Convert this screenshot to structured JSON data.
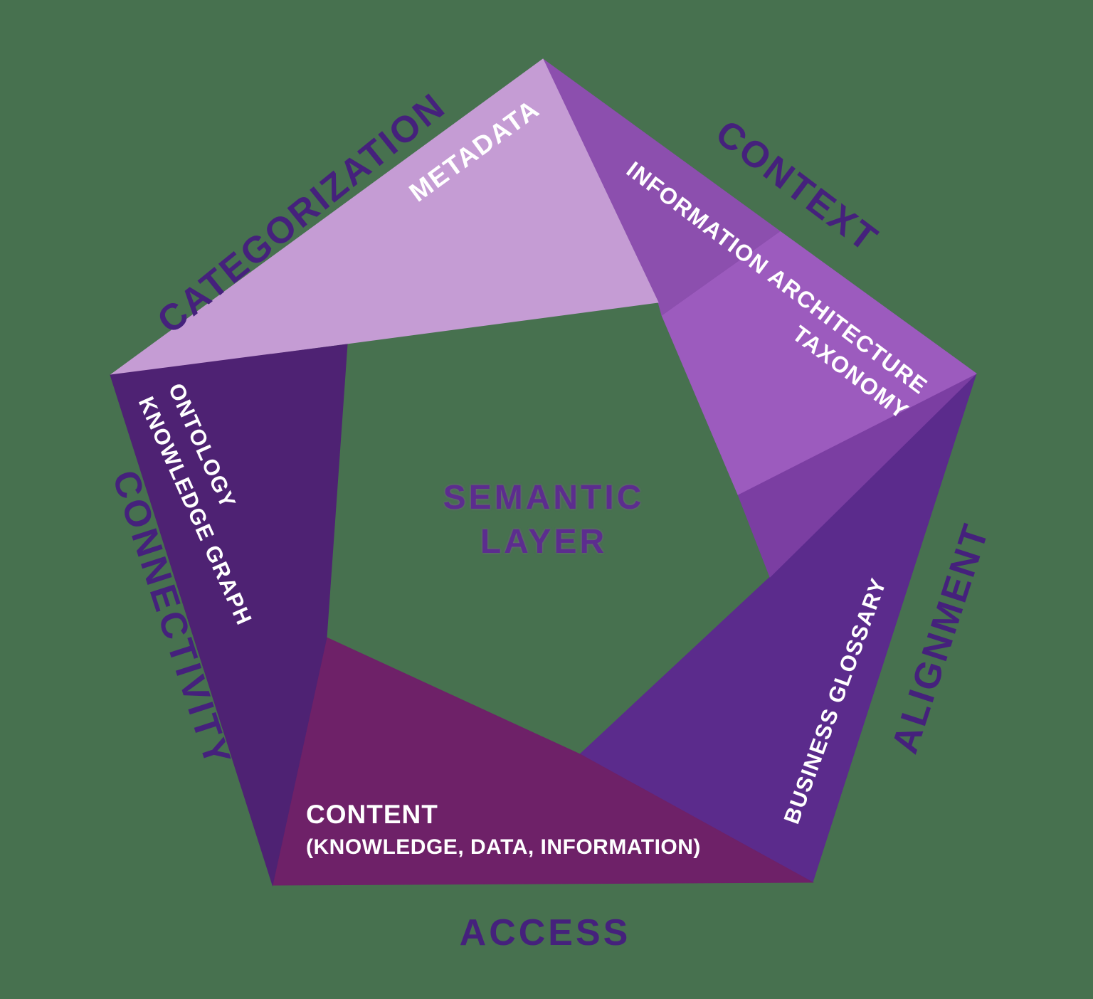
{
  "diagram_title": "Semantic Layer pentagon diagram",
  "colors": {
    "background_green": "#47714F",
    "band_metadata": "#C59CD4",
    "band_information_architecture": "#9C5BBE",
    "fold_apex_shade": "#8C4FAE",
    "fold_right_shade": "#7B3EA2",
    "band_business_glossary": "#5B2B8C",
    "band_content": "#6E2168",
    "band_ontology": "#4E2273",
    "outer_label_text": "#45217C",
    "center_text": "#5C2D8E",
    "band_text": "#FFFFFF"
  },
  "center": {
    "line1": "SEMANTIC",
    "line2": "LAYER"
  },
  "outer_labels": {
    "categorization": "CATEGORIZATION",
    "context": "CONTEXT",
    "alignment": "ALIGNMENT",
    "access": "ACCESS",
    "connectivity": "CONNECTIVITY"
  },
  "segments": {
    "metadata": {
      "label": "METADATA"
    },
    "information_architecture": {
      "line1": "INFORMATION ARCHITECTURE",
      "line2": "TAXONOMY"
    },
    "business_glossary": {
      "label": "BUSINESS GLOSSARY"
    },
    "content": {
      "line1": "CONTENT",
      "line2": "(KNOWLEDGE, DATA, INFORMATION)"
    },
    "ontology": {
      "line1": "ONTOLOGY",
      "line2": "KNOWLEDGE GRAPH"
    }
  }
}
